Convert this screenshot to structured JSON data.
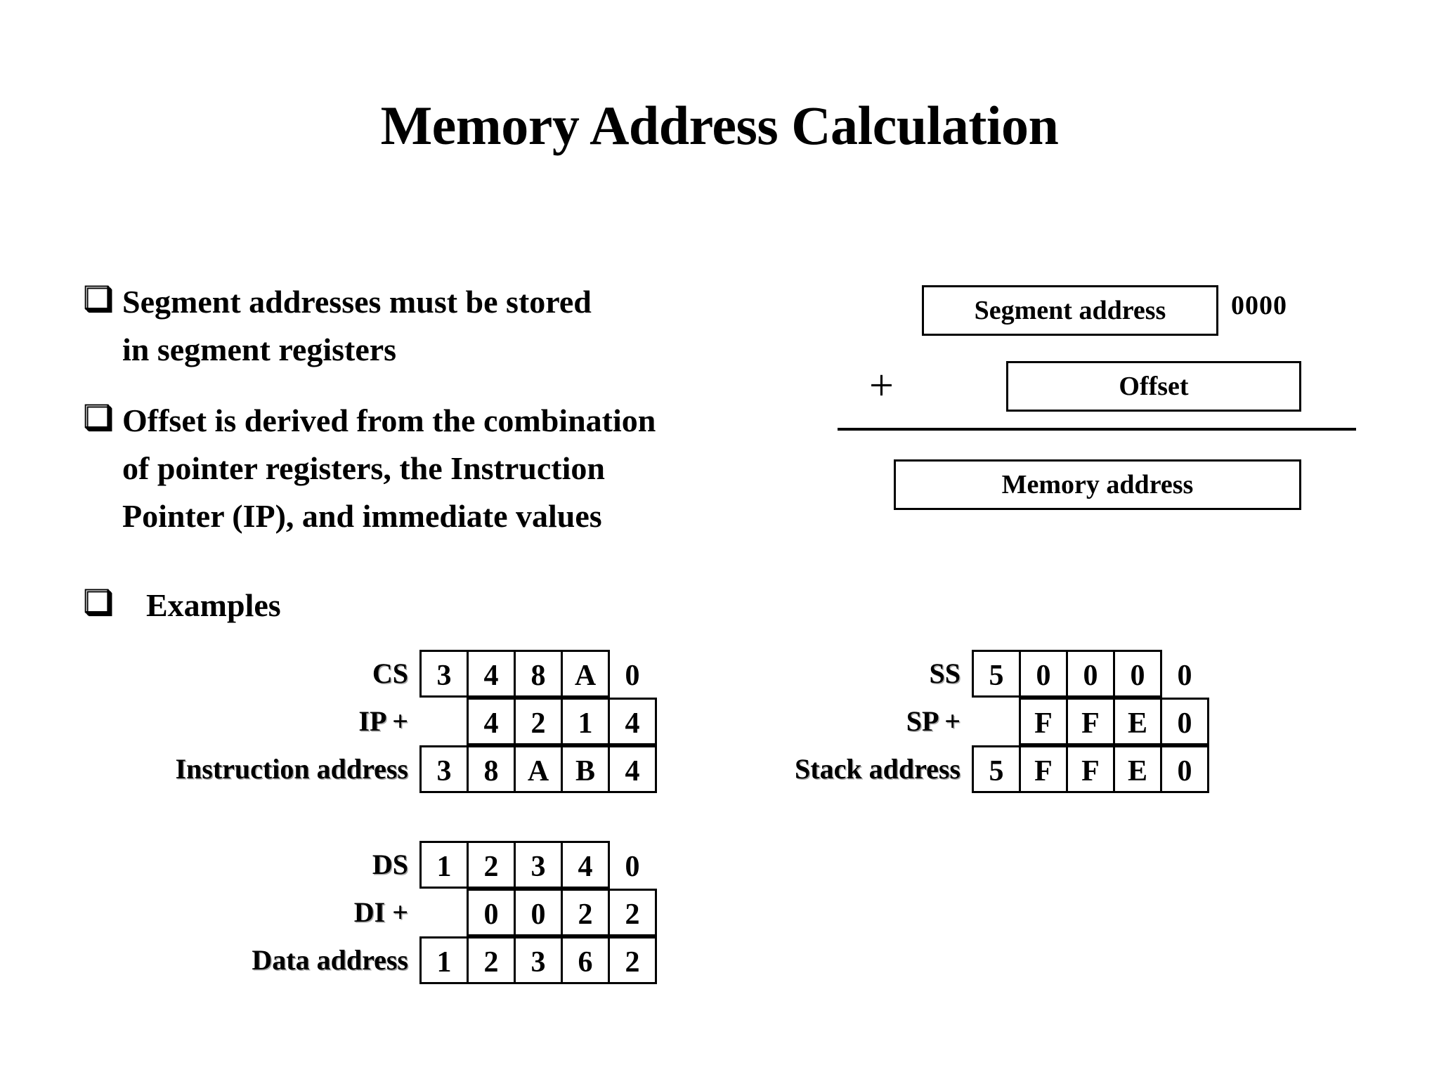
{
  "slide": {
    "title": "Memory Address Calculation",
    "bullet_glyph": "❑"
  },
  "bullets": [
    {
      "id": "b1",
      "lines": [
        "Segment addresses must be stored",
        "in segment registers"
      ]
    },
    {
      "id": "b2",
      "lines": [
        "Offset is derived from the combination",
        "of pointer registers, the Instruction",
        "Pointer (IP), and immediate values"
      ]
    },
    {
      "id": "b3",
      "lines": [
        "Examples"
      ]
    }
  ],
  "diagram": {
    "segment_box_label": "Segment address",
    "trailing_zeros": "0000",
    "offset_box_label": "Offset",
    "plus_sign": "+",
    "memory_box_label": "Memory address"
  },
  "examples": [
    {
      "id": "cs",
      "rows": [
        {
          "label": "CS",
          "cells": [
            "3",
            "4",
            "8",
            "A",
            "0"
          ],
          "boxed": [
            true,
            true,
            true,
            true,
            false
          ]
        },
        {
          "label": "IP  +",
          "cells": [
            "",
            "4",
            "2",
            "1",
            "4"
          ],
          "boxed": [
            false,
            true,
            true,
            true,
            true
          ]
        },
        {
          "label": "Instruction address",
          "cells": [
            "3",
            "8",
            "A",
            "B",
            "4"
          ],
          "boxed": [
            true,
            true,
            true,
            true,
            true
          ]
        }
      ]
    },
    {
      "id": "ss",
      "rows": [
        {
          "label": "SS",
          "cells": [
            "5",
            "0",
            "0",
            "0",
            "0"
          ],
          "boxed": [
            true,
            true,
            true,
            true,
            false
          ]
        },
        {
          "label": "SP  +",
          "cells": [
            "",
            "F",
            "F",
            "E",
            "0"
          ],
          "boxed": [
            false,
            true,
            true,
            true,
            true
          ]
        },
        {
          "label": "Stack address",
          "cells": [
            "5",
            "F",
            "F",
            "E",
            "0"
          ],
          "boxed": [
            true,
            true,
            true,
            true,
            true
          ]
        }
      ]
    },
    {
      "id": "ds",
      "rows": [
        {
          "label": "DS",
          "cells": [
            "1",
            "2",
            "3",
            "4",
            "0"
          ],
          "boxed": [
            true,
            true,
            true,
            true,
            false
          ]
        },
        {
          "label": "DI  +",
          "cells": [
            "",
            "0",
            "0",
            "2",
            "2"
          ],
          "boxed": [
            false,
            true,
            true,
            true,
            true
          ]
        },
        {
          "label": "Data address",
          "cells": [
            "1",
            "2",
            "3",
            "6",
            "2"
          ],
          "boxed": [
            true,
            true,
            true,
            true,
            true
          ]
        }
      ]
    }
  ],
  "colors": {
    "background": "#ffffff",
    "ink": "#000000"
  }
}
